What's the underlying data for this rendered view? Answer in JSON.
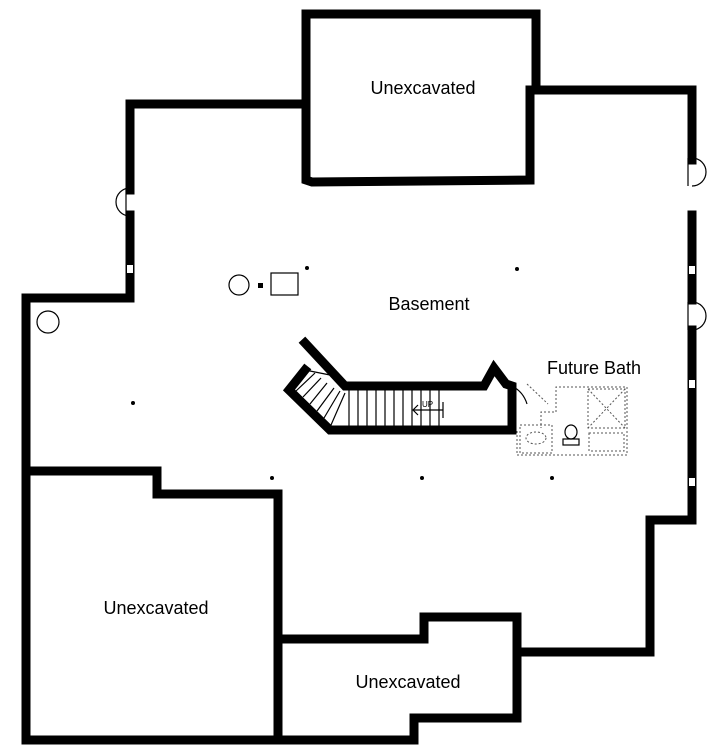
{
  "rooms": {
    "unexcavated_top": "Unexcavated",
    "basement": "Basement",
    "future_bath": "Future Bath",
    "unexcavated_left": "Unexcavated",
    "unexcavated_bottom": "Unexcavated"
  },
  "stair": {
    "direction_label": "UP"
  }
}
